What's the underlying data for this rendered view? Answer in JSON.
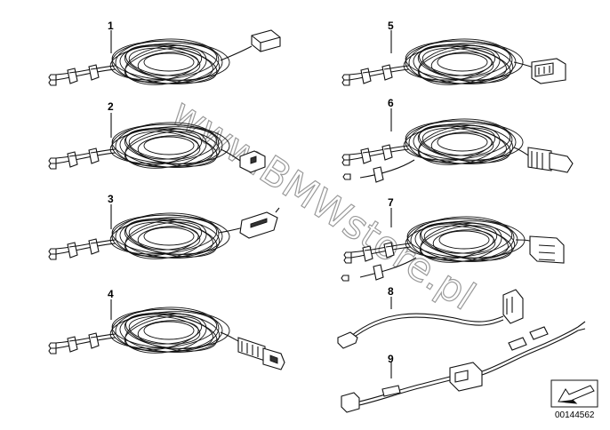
{
  "watermark": {
    "text": "www.BMWstore.pl"
  },
  "parts": [
    {
      "number": "1"
    },
    {
      "number": "2"
    },
    {
      "number": "3"
    },
    {
      "number": "4"
    },
    {
      "number": "5"
    },
    {
      "number": "6"
    },
    {
      "number": "7"
    },
    {
      "number": "8"
    },
    {
      "number": "9"
    }
  ],
  "document_number": "00144562",
  "icons": [
    "diagram-arrow-icon"
  ]
}
